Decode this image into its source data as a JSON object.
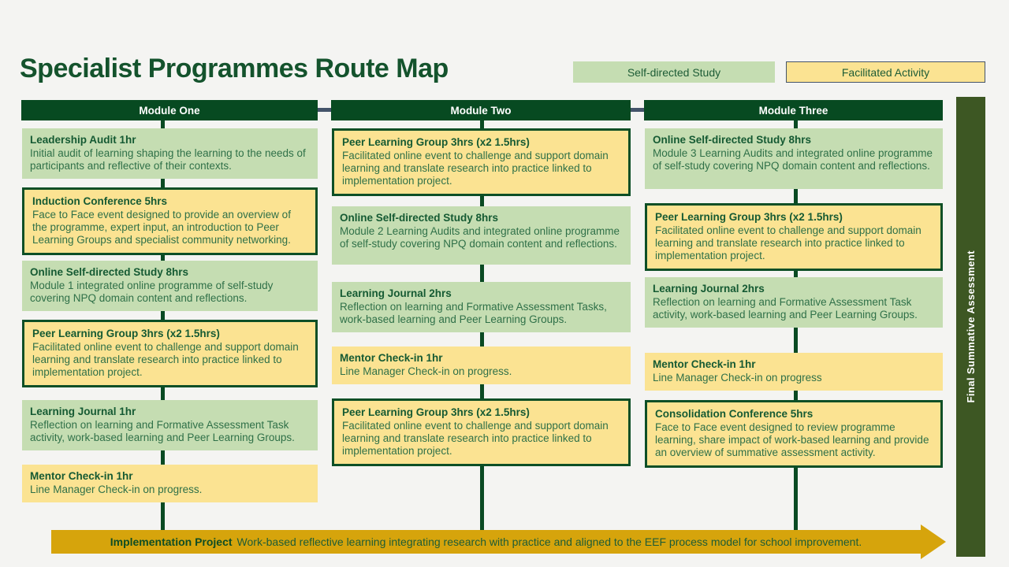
{
  "page": {
    "title": "Specialist Programmes Route Map"
  },
  "colors": {
    "background": "#f4f4f2",
    "header_green": "#074a21",
    "title_green": "#14532d",
    "self_directed_green": "#c5ddb2",
    "facilitated_yellow": "#fbe392",
    "facilitated_border_green": "#0d4f26",
    "slate_connector": "#44546a",
    "sidebar_olive": "#3d5723",
    "arrow_gold": "#d6a40c",
    "spine_line_green": "#0a4a23"
  },
  "legend": {
    "self_directed": {
      "label": "Self-directed Study"
    },
    "facilitated": {
      "label": "Facilitated Activity"
    }
  },
  "modules": [
    {
      "title": "Module One",
      "boxes": [
        {
          "type": "self-directed",
          "title": "Leadership Audit 1hr",
          "body": "Initial audit of learning shaping the learning to the needs of participants and reflective of their contexts."
        },
        {
          "type": "facilitated",
          "title": "Induction Conference 5hrs",
          "body": "Face to Face event designed to provide an overview of the programme, expert input, an introduction to Peer Learning Groups and specialist community networking."
        },
        {
          "type": "self-directed",
          "title": "Online Self-directed Study 8hrs",
          "body": "Module 1 integrated online programme of self-study covering NPQ domain content and reflections."
        },
        {
          "type": "facilitated",
          "title": "Peer Learning Group 3hrs (x2 1.5hrs)",
          "body": "Facilitated online event to challenge and support domain learning and translate research into practice linked to implementation project."
        },
        {
          "type": "self-directed",
          "title": "Learning Journal 1hr",
          "body": "Reflection on learning and Formative Assessment Task activity, work-based learning and Peer Learning Groups."
        },
        {
          "type": "facilitated-light",
          "title": "Mentor Check-in 1hr",
          "body": "Line Manager Check-in on progress."
        }
      ]
    },
    {
      "title": "Module Two",
      "boxes": [
        {
          "type": "facilitated",
          "title": "Peer Learning Group 3hrs (x2 1.5hrs)",
          "body": "Facilitated online event to challenge and support domain learning and translate research into practice linked to implementation project."
        },
        {
          "type": "self-directed",
          "title": "Online Self-directed Study 8hrs",
          "body": "Module 2 Learning Audits and integrated online programme of self-study covering NPQ domain content and reflections."
        },
        {
          "type": "self-directed",
          "title": "Learning Journal 2hrs",
          "body": "Reflection on learning and Formative Assessment Tasks, work-based learning and Peer Learning Groups."
        },
        {
          "type": "facilitated-light",
          "title": "Mentor Check-in 1hr",
          "body": "Line Manager Check-in on progress."
        },
        {
          "type": "facilitated",
          "title": "Peer Learning Group 3hrs (x2 1.5hrs)",
          "body": "Facilitated online event to challenge and support domain learning and translate research into practice linked to implementation project."
        }
      ]
    },
    {
      "title": "Module Three",
      "boxes": [
        {
          "type": "self-directed",
          "title": "Online Self-directed Study 8hrs",
          "body": "Module 3 Learning Audits and integrated online programme of self-study covering NPQ domain content and reflections."
        },
        {
          "type": "facilitated",
          "title": "Peer Learning Group 3hrs (x2 1.5hrs)",
          "body": "Facilitated online event to challenge and support domain learning and translate research into practice linked to implementation project."
        },
        {
          "type": "self-directed",
          "title": "Learning Journal 2hrs",
          "body": "Reflection on learning and Formative Assessment Task activity, work-based learning and Peer Learning Groups."
        },
        {
          "type": "facilitated-light",
          "title": "Mentor Check-in 1hr",
          "body": "Line Manager Check-in on progress"
        },
        {
          "type": "facilitated",
          "title": "Consolidation Conference 5hrs",
          "body": "Face to Face event designed to review programme learning, share impact of work-based learning and provide an overview of summative assessment activity."
        }
      ]
    }
  ],
  "final_assessment": {
    "label": "Final Summative Assessment"
  },
  "implementation": {
    "title": "Implementation Project",
    "body": "Work-based reflective learning integrating research with practice and aligned to the EEF process model for school improvement."
  }
}
